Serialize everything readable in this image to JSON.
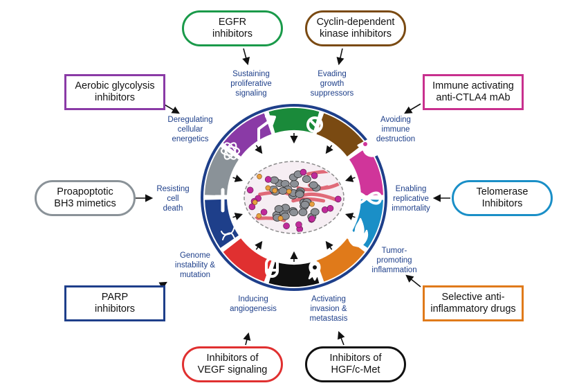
{
  "colors": {
    "ring_border": "#1e3f8a",
    "label_text": "#1e3f8a",
    "arrow": "#111111",
    "segments": [
      "#1a8a3a",
      "#7a4a12",
      "#d0359a",
      "#1a8fc7",
      "#e07a1a",
      "#111111",
      "#e03030",
      "#1e3f8a",
      "#8a9298",
      "#8a3aa6"
    ]
  },
  "drugs": {
    "egfr": {
      "text": "EGFR\ninhibitors",
      "color": "#1a9a4a"
    },
    "cdk": {
      "text": "Cyclin-dependent\nkinase inhibitors",
      "color": "#7a4a12"
    },
    "immune": {
      "text": "Immune activating\nanti-CTLA4 mAb",
      "color": "#c8308e"
    },
    "telomerase": {
      "text": "Telomerase\nInhibitors",
      "color": "#1a8fc7"
    },
    "antiinflam": {
      "text": "Selective anti-\ninflammatory drugs",
      "color": "#e07a1a"
    },
    "hgf": {
      "text": "Inhibitors of\nHGF/c-Met",
      "color": "#111111"
    },
    "vegf": {
      "text": "Inhibitors of\nVEGF signaling",
      "color": "#e03030"
    },
    "parp": {
      "text": "PARP\ninhibitors",
      "color": "#1e3f8a"
    },
    "bh3": {
      "text": "Proapoptotic\nBH3 mimetics",
      "color": "#8a9298"
    },
    "glyco": {
      "text": "Aerobic glycolysis\ninhibitors",
      "color": "#8a3aa6"
    }
  },
  "hallmarks": {
    "proliferative": "Sustaining\nproliferative\nsignaling",
    "growth": "Evading\ngrowth\nsuppressors",
    "immune": "Avoiding\nimmune\ndestruction",
    "immortality": "Enabling\nreplicative\nimmortality",
    "inflammation": "Tumor-\npromoting\ninflammation",
    "invasion": "Activating\ninvasion &\nmetastasis",
    "angiogenesis": "Inducing\nangiogenesis",
    "genome": "Genome\ninstability &\nmutation",
    "death": "Resisting\ncell\ndeath",
    "energetics": "Deregulating\ncellular\nenergetics"
  }
}
